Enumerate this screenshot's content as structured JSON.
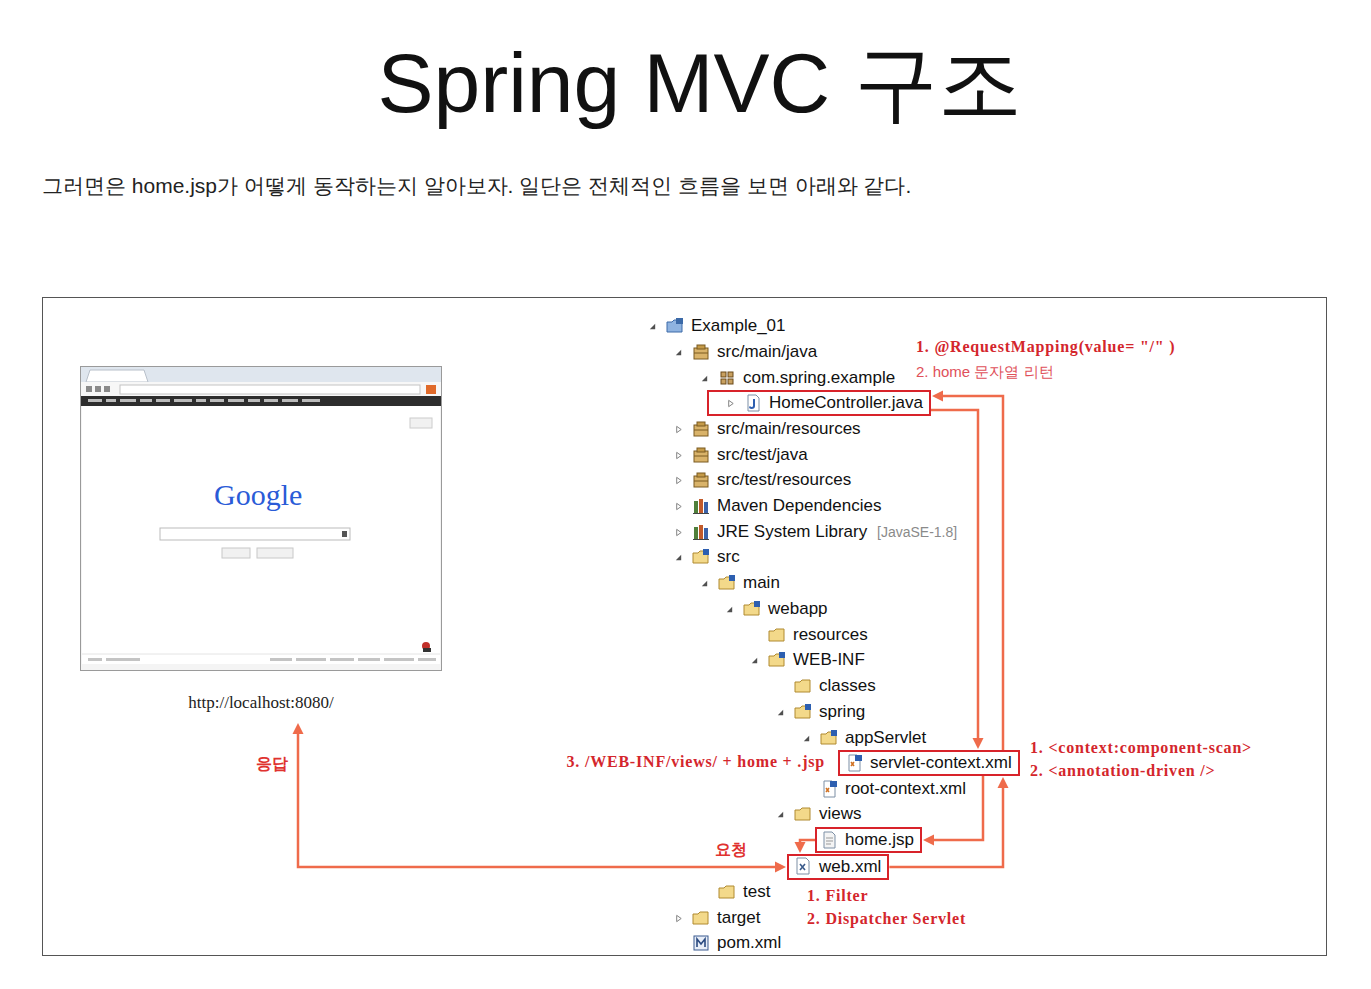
{
  "diagram": {
    "title": "Spring MVC 구조",
    "nodes": [
      {
        "text": [
          "HomeController.java"
        ]
      },
      {
        "text": [
          "servlet-context.xml"
        ]
      },
      {
        "text": [
          "home.jsp"
        ]
      },
      {
        "text": [
          "web.xml"
        ]
      },
      {
        "text": [
          "http://localhost:8080/"
        ]
      }
    ],
    "edges": [
      {
        "from": 0,
        "to": 1,
        "arrow": "to"
      },
      {
        "from": 1,
        "to": 0,
        "arrow": "to"
      },
      {
        "from": 1,
        "to": 2,
        "arrow": "to"
      },
      {
        "from": 2,
        "to": 3,
        "arrow": "to"
      },
      {
        "from": 3,
        "to": 1,
        "arrow": "to"
      },
      {
        "from": 4,
        "to": 3,
        "label": "요청",
        "arrow": "both"
      }
    ],
    "labels": [
      "그러면은 home.jsp가 어떻게 동작하는지 알아보자. 일단은 전체적인 흐름을 보면 아래와 같다.",
      "Google",
      "응답",
      "Example_01",
      "src/main/java",
      "com.spring.example",
      "src/main/resources",
      "src/test/java",
      "src/test/resources",
      "Maven Dependencies",
      "JRE System Library",
      "[JavaSE-1.8]",
      "src",
      "main",
      "webapp",
      "resources",
      "WEB-INF",
      "classes",
      "spring",
      "appServlet",
      "root-context.xml",
      "views",
      "test",
      "target",
      "pom.xml",
      "1. @RequestMapping(value= \"/\" )",
      "2. home 문자열 리턴",
      "1. <context:component-scan>",
      "2. <annotation-driven />",
      "3. /WEB-INF/views/ + home + .jsp",
      "1. Filter",
      "2. Dispatcher Servlet"
    ]
  }
}
